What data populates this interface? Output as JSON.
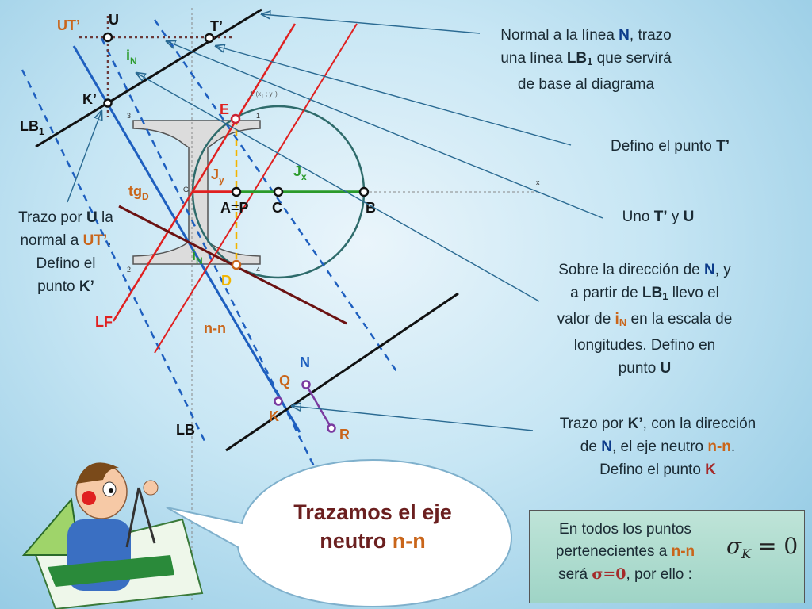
{
  "labels": {
    "ut": "UT’",
    "u": "U",
    "t": "T’",
    "k_prime": "K’",
    "lb1": "LB",
    "i_n": "i",
    "e": "E",
    "j_y": "J",
    "j_x": "J",
    "tg_d": "tg",
    "a_p": "A=P",
    "c": "C",
    "b": "B",
    "d": "D",
    "lf": "LF",
    "n_n": "n-n",
    "n": "N",
    "q": "Q",
    "k": "K",
    "r": "R",
    "lb": "LB",
    "g": "G",
    "one": "1",
    "two": "2",
    "three": "3",
    "four": "4",
    "x_axis": "x",
    "coord": "(x",
    "coord_sep": " ; y",
    "coord_end": ")",
    "sub_t": "T",
    "sub_1": "1",
    "sub_n": "N",
    "sub_y": "y",
    "sub_x": "x",
    "sub_d": "D"
  },
  "notes": {
    "n1": {
      "p1": "Normal a la línea ",
      "N": "N",
      "p2": ", trazo",
      "p3": "una línea ",
      "LB": "LB",
      "sub": "1",
      "p4": " que servirá",
      "p5": "de base al diagrama"
    },
    "n2": {
      "p1": "Defino el punto ",
      "T": "T’"
    },
    "n3": {
      "p1": "Uno ",
      "T": "T’",
      "p2": " y ",
      "U": "U"
    },
    "n4": {
      "p1": "Sobre la dirección de ",
      "N": "N",
      "p2": ", y",
      "p3": "a partir de ",
      "LB": "LB",
      "sub": "1",
      "p4": " llevo el",
      "p5": "valor de ",
      "i": "i",
      "isub": "N",
      "p6": " en la escala de",
      "p7": "longitudes. Defino en",
      "p8": "punto ",
      "U": "U"
    },
    "n5": {
      "p1": "Trazo por ",
      "K": "K’",
      "p2": ", con la dirección",
      "p3": "de ",
      "N": "N",
      "p4": ", el eje neutro ",
      "nn": "n-n",
      "p5": ".",
      "p6": "Defino el punto ",
      "K2": "K"
    },
    "n6": {
      "p1": "Trazo por ",
      "U": "U",
      "p2": " la",
      "p3": "normal a ",
      "UT": "UT’",
      "p4": ".",
      "p5": "Defino el",
      "p6": "punto ",
      "K": "K’"
    }
  },
  "bubble": {
    "line1": "Trazamos el eje",
    "line2a": "neutro ",
    "nn": "n-n"
  },
  "box": {
    "line1": "En todos los puntos",
    "line2a": "pertenecientes a ",
    "nn": "n-n",
    "line3a": "será ",
    "sigma": "σ=0",
    "line3b": ", por ello :"
  },
  "formula": {
    "sigma": "σ",
    "sub": "K",
    "rest": " = 0"
  },
  "colors": {
    "blue_line": "#1e5fbf",
    "red_line": "#e02020",
    "green_line": "#2a9a2a",
    "dark_red_line": "#6b1212",
    "black": "#111111",
    "orange_label": "#c9651a",
    "purple": "#7a3aa0",
    "circle": "#2e6b6b",
    "dashed_yellow": "#f2b400"
  }
}
